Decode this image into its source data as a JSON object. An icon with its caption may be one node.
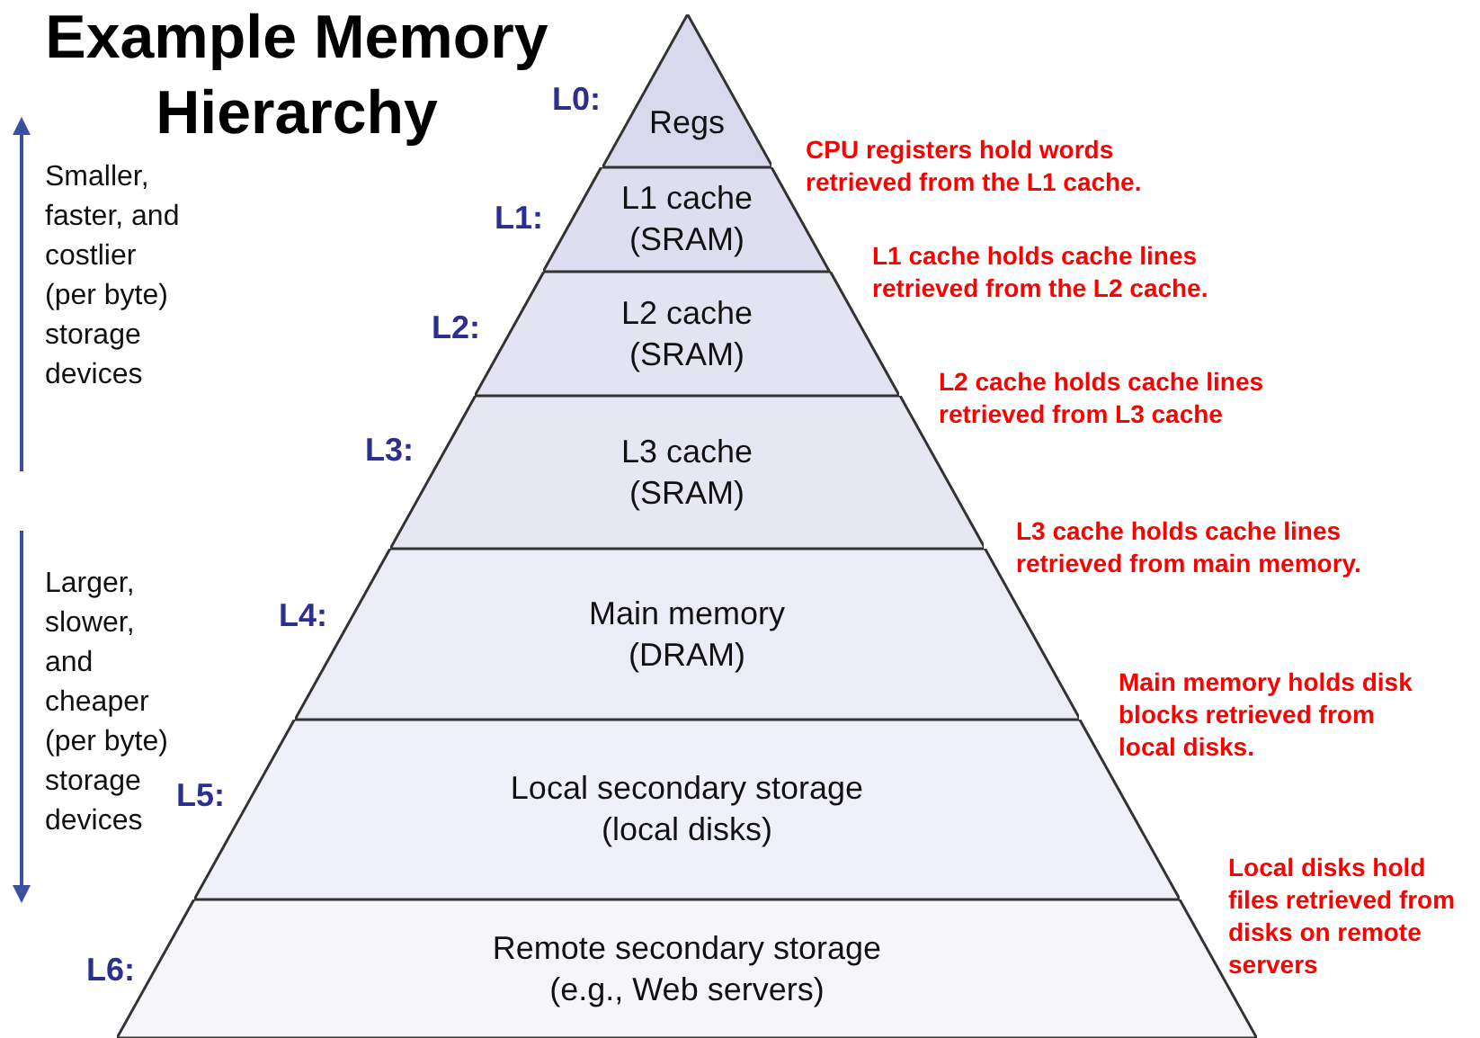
{
  "diagram": {
    "title": "Example Memory Hierarchy",
    "nodes": [
      {
        "text": [
          "Regs"
        ],
        "beside": [
          "L0:"
        ]
      },
      {
        "text": [
          "L1 cache",
          "(SRAM)"
        ],
        "beside": [
          "L1:"
        ]
      },
      {
        "text": [
          "L2 cache",
          "(SRAM)"
        ],
        "beside": [
          "L2:"
        ]
      },
      {
        "text": [
          "L3 cache",
          "(SRAM)"
        ],
        "beside": [
          "L3:"
        ]
      },
      {
        "text": [
          "Main memory",
          "(DRAM)"
        ],
        "beside": [
          "L4:"
        ]
      },
      {
        "text": [
          "Local secondary storage",
          "(local disks)"
        ],
        "beside": [
          "L5:"
        ]
      },
      {
        "text": [
          "Remote secondary storage",
          "(e.g., Web servers)"
        ],
        "beside": [
          "L6:"
        ]
      }
    ],
    "labels": [
      "CPU registers hold words retrieved from the L1 cache.",
      "Smaller, faster, and costlier (per byte) storage devices",
      "L1 cache holds cache lines retrieved from the L2 cache.",
      "L2 cache holds cache lines retrieved from L3 cache",
      "L3 cache holds cache lines retrieved from main memory.",
      "Larger, slower, and cheaper (per byte) storage devices",
      "Main memory holds disk blocks retrieved from local disks.",
      "Local disks hold files retrieved from disks on remote servers"
    ]
  }
}
